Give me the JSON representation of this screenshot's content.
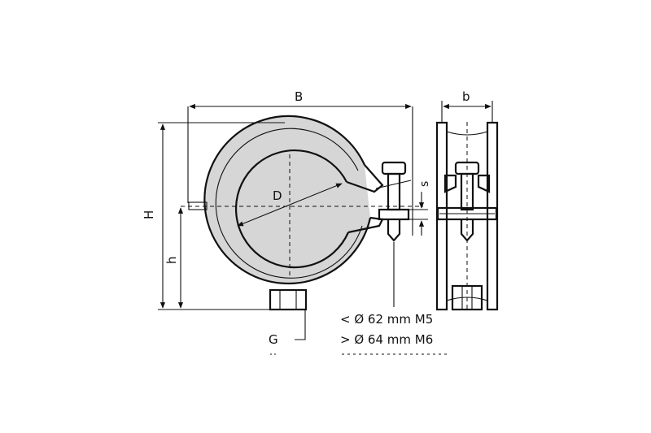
{
  "diagram": {
    "dimension_labels": {
      "B": "B",
      "b": "b",
      "H": "H",
      "h": "h",
      "D": "D",
      "s": "s",
      "G": "G"
    },
    "notes": [
      "< Ø 62 mm M5",
      "> Ø 64 mm M6"
    ],
    "colors": {
      "line": "#111111",
      "fill": "#d6d6d6",
      "background": "#ffffff"
    }
  }
}
